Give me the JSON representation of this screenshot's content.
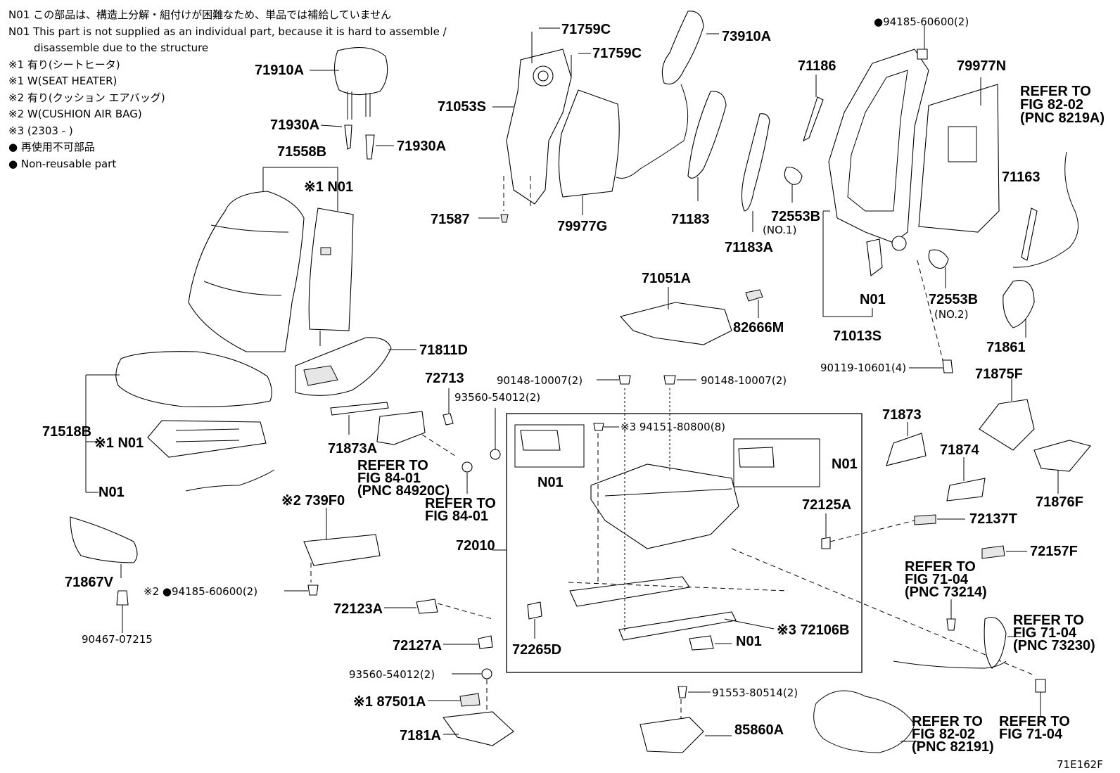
{
  "notes": [
    "N01 この部品は、構造上分解・組付けが困難なため、単品では補給していません",
    "N01 This part is not supplied as an individual part, because it is hard to assemble /",
    "disassemble due to the structure",
    "※1 有り(シートヒータ)",
    "※1 W(SEAT HEATER)",
    "※2 有り(クッション エアバッグ)",
    "※2 W(CUSHION AIR BAG)",
    "※3 (2303 -        )",
    "● 再使用不可部品",
    "● Non-reusable part"
  ],
  "labels": {
    "p71759C_1": "71759C",
    "p71759C_2": "71759C",
    "p73910A": "73910A",
    "p94185_top": "●94185-60600(2)",
    "p71910A": "71910A",
    "p71053S": "71053S",
    "p71186": "71186",
    "p79977N": "79977N",
    "ref8219A_1": "REFER TO",
    "ref8219A_2": "FIG 82-02",
    "ref8219A_3": "(PNC 8219A)",
    "p71930A_1": "71930A",
    "p71930A_2": "71930A",
    "p71558B": "71558B",
    "n01_heater": "※1 N01",
    "p71163": "71163",
    "p71587": "71587",
    "p79977G": "79977G",
    "p71183": "71183",
    "p72553B_1": "72553B",
    "no1": "(NO.1)",
    "p71183A": "71183A",
    "n01_frame": "N01",
    "p72553B_2": "72553B",
    "no2": "(NO.2)",
    "p71051A": "71051A",
    "p82666M": "82666M",
    "p71013S": "71013S",
    "p71861": "71861",
    "p71811D": "71811D",
    "p72713": "72713",
    "p90119": "90119-10601(4)",
    "p90148_1": "90148-10007(2)",
    "p90148_2": "90148-10007(2)",
    "p71875F": "71875F",
    "p93560_1": "93560-54012(2)",
    "p71873": "71873",
    "p71518B": "71518B",
    "n01_cushion": "※1 N01",
    "p71873A": "71873A",
    "p94151": "※3 94151-80800(8)",
    "n01_motor_l": "N01",
    "n01_motor_r": "N01",
    "p71874": "71874",
    "p71876F": "71876F",
    "n01_wire": "N01",
    "ref84920C_1": "REFER TO",
    "ref84920C_2": "FIG 84-01",
    "ref84920C_3": "(PNC 84920C)",
    "ref8401_1": "REFER TO",
    "ref8401_2": "FIG 84-01",
    "p739F0": "※2 739F0",
    "p72125A": "72125A",
    "p72137T": "72137T",
    "p71867V": "71867V",
    "p72010": "72010",
    "p72157F": "72157F",
    "ref73214_1": "REFER TO",
    "ref73214_2": "FIG 71-04",
    "ref73214_3": "(PNC 73214)",
    "p94185_bottom": "※2 ●94185-60600(2)",
    "p72123A": "72123A",
    "ref73230_1": "REFER TO",
    "ref73230_2": "FIG 71-04",
    "ref73230_3": "(PNC 73230)",
    "p72106B": "※3 72106B",
    "n01_rail": "N01",
    "p90467": "90467-07215",
    "p72127A": "72127A",
    "p72265D": "72265D",
    "p93560_2": "93560-54012(2)",
    "p91553": "91553-80514(2)",
    "p87501A": "※1 87501A",
    "ref82191_1": "REFER TO",
    "ref82191_2": "FIG 82-02",
    "ref82191_3": "(PNC 82191)",
    "ref7104_1": "REFER TO",
    "ref7104_2": "FIG 71-04",
    "p7181A": "7181A",
    "p85860A": "85860A",
    "fig_id": "71E162F"
  }
}
